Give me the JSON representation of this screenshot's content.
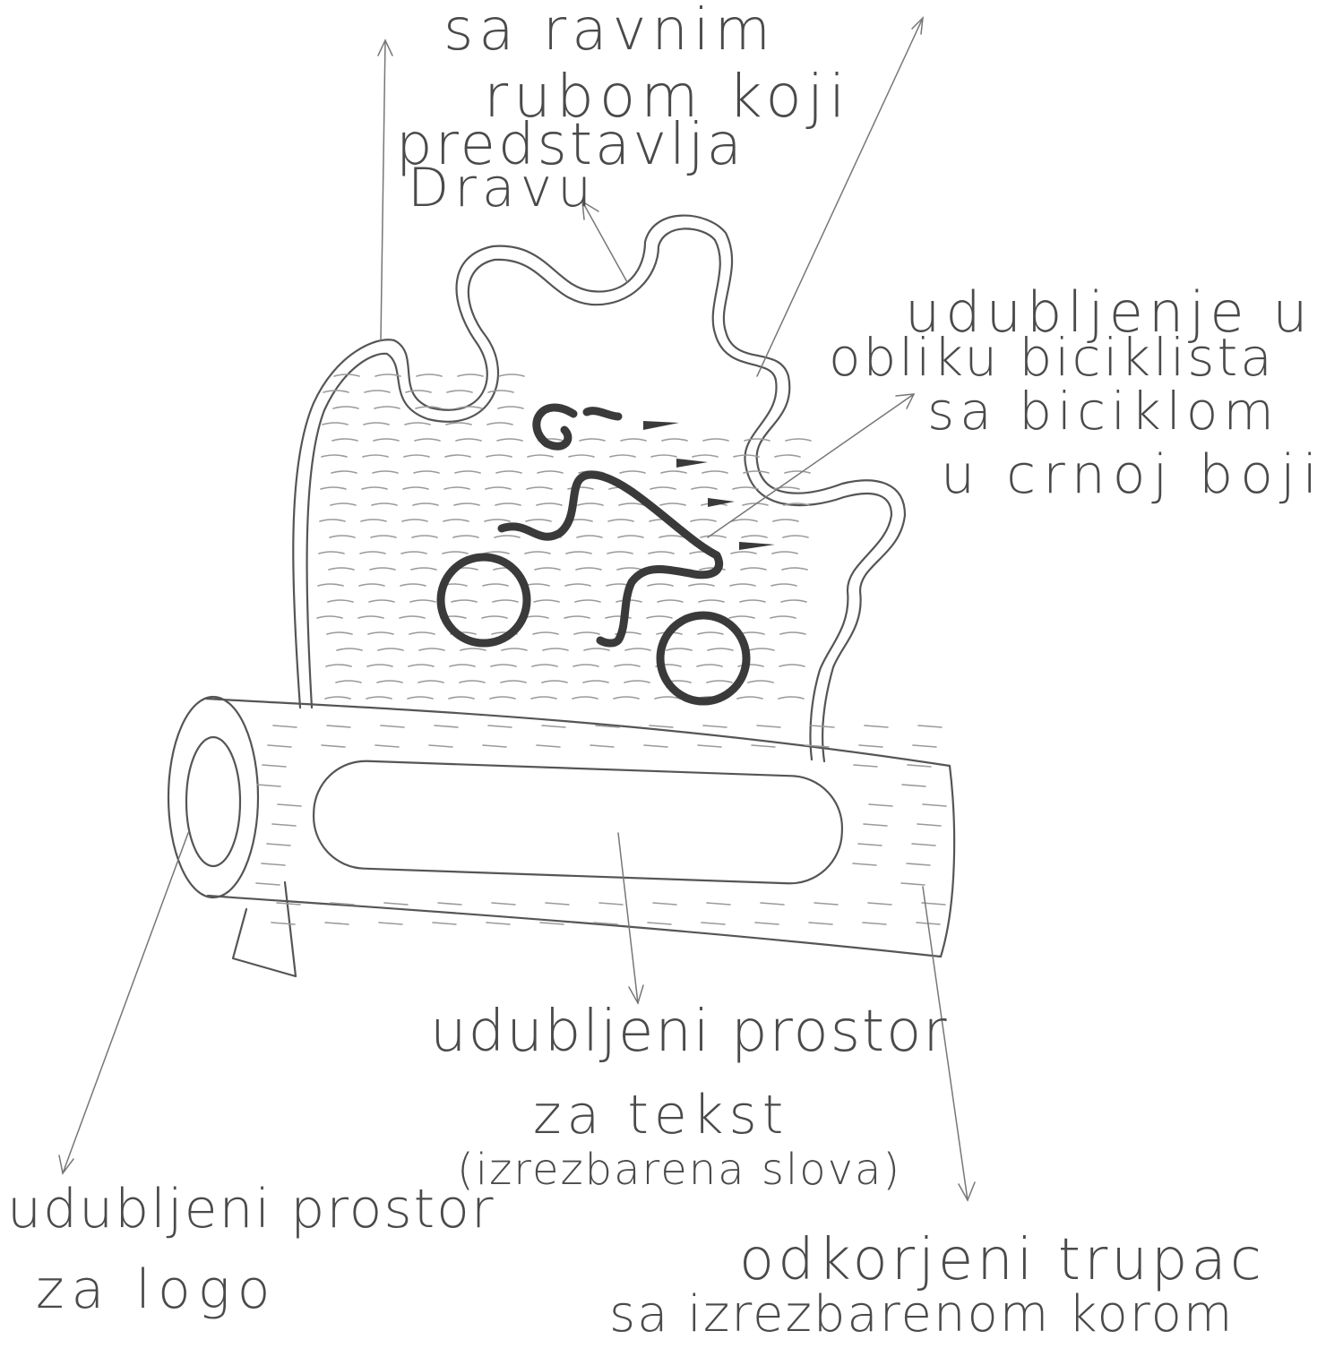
{
  "labels": {
    "top_line1": "sa ravnim",
    "top_line2": "rubom koji",
    "top_line3": "predstavlja",
    "top_line4": "Dravu",
    "cyclist_line1": "udubljenje u",
    "cyclist_line2": "obliku biciklista",
    "cyclist_line3": "sa biciklom",
    "cyclist_line4": "u crnoj boji",
    "text_space_line1": "udubljeni prostor",
    "text_space_line2": "za tekst",
    "text_space_line3": "(izrezbarena slova)",
    "logo_line1": "udubljeni prostor",
    "logo_line2": "za logo",
    "log_line1": "odkorjeni trupac",
    "log_line2": "sa izrezbarenom korom"
  },
  "colors": {
    "ink": "#4a4a4a",
    "paper": "#ffffff",
    "cyclist": "#3a3a3a"
  }
}
